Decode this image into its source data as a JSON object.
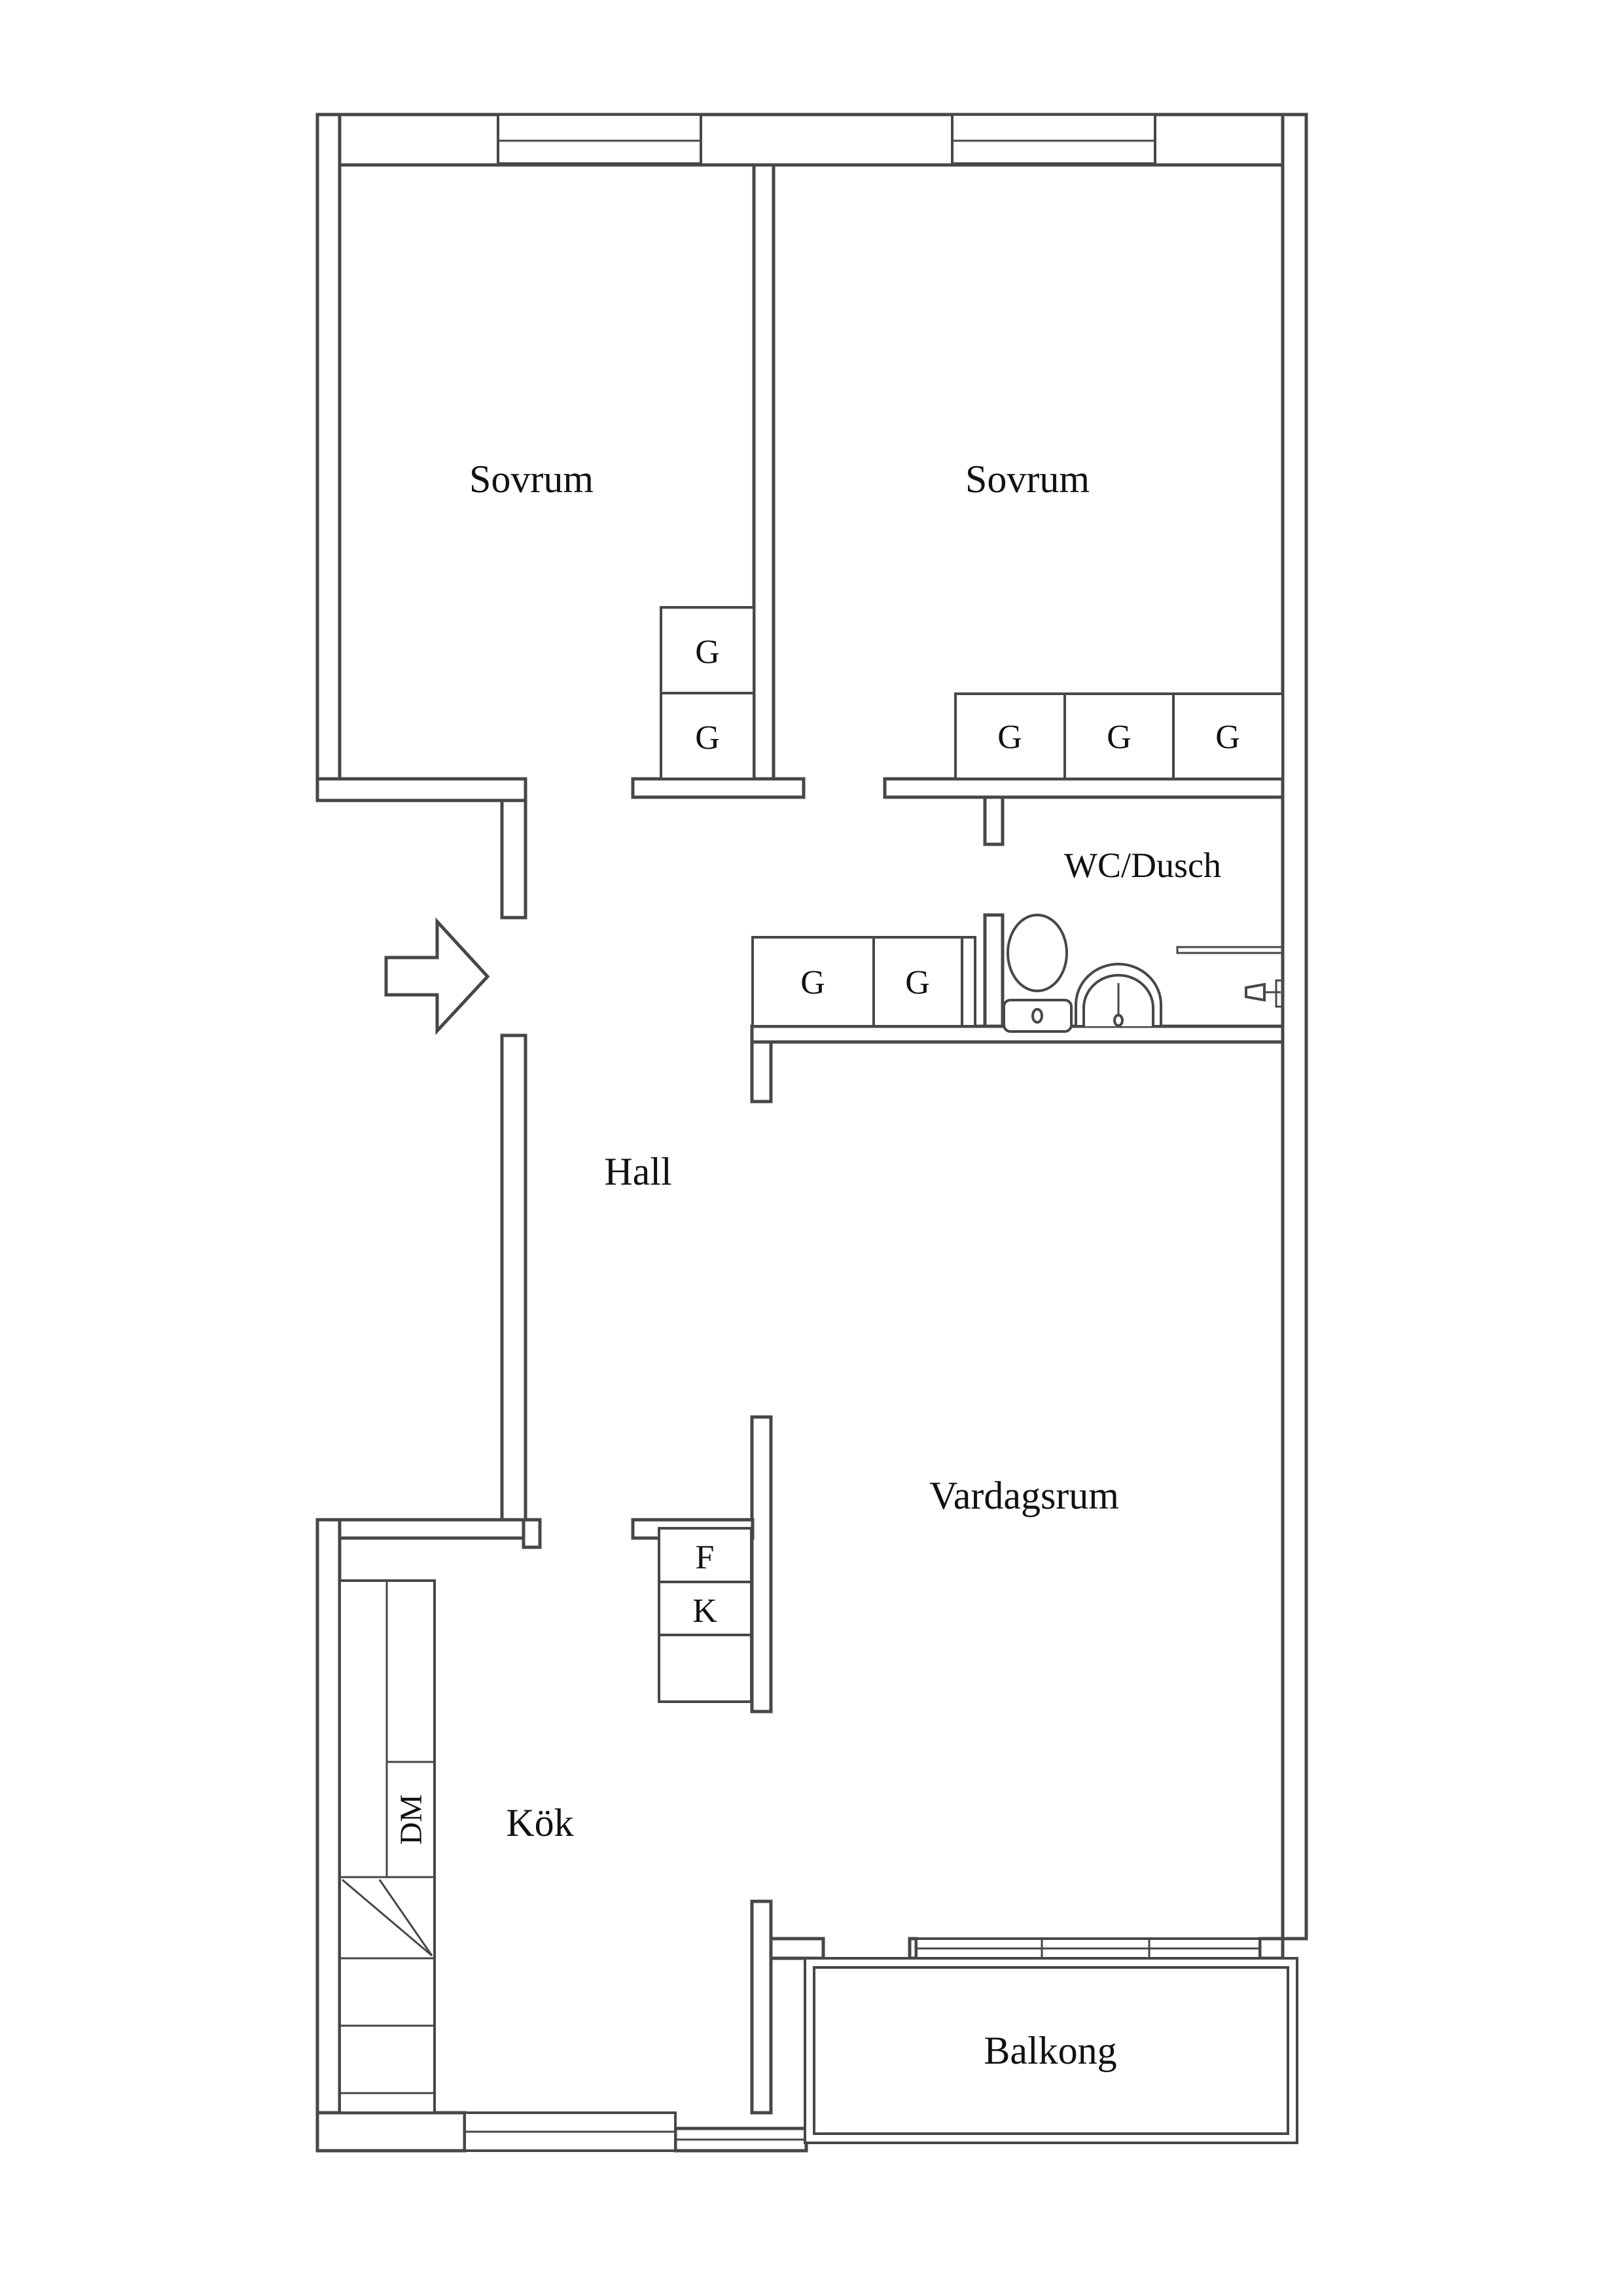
{
  "colors": {
    "wall": "#474747",
    "text": "#111111",
    "bg": "#ffffff"
  },
  "rooms": {
    "bedroom1": "Sovrum",
    "bedroom2": "Sovrum",
    "bath": "WC/Dusch",
    "hall": "Hall",
    "living": "Vardagsrum",
    "kitchen": "Kök",
    "balcony": "Balkong"
  },
  "wardrobes": {
    "bedroom1": [
      "G",
      "G"
    ],
    "bedroom2": [
      "G",
      "G",
      "G"
    ],
    "hall": [
      "G",
      "G"
    ]
  },
  "appliances": {
    "fridge": "F",
    "freezer": "K",
    "dishwasher": "DM"
  }
}
